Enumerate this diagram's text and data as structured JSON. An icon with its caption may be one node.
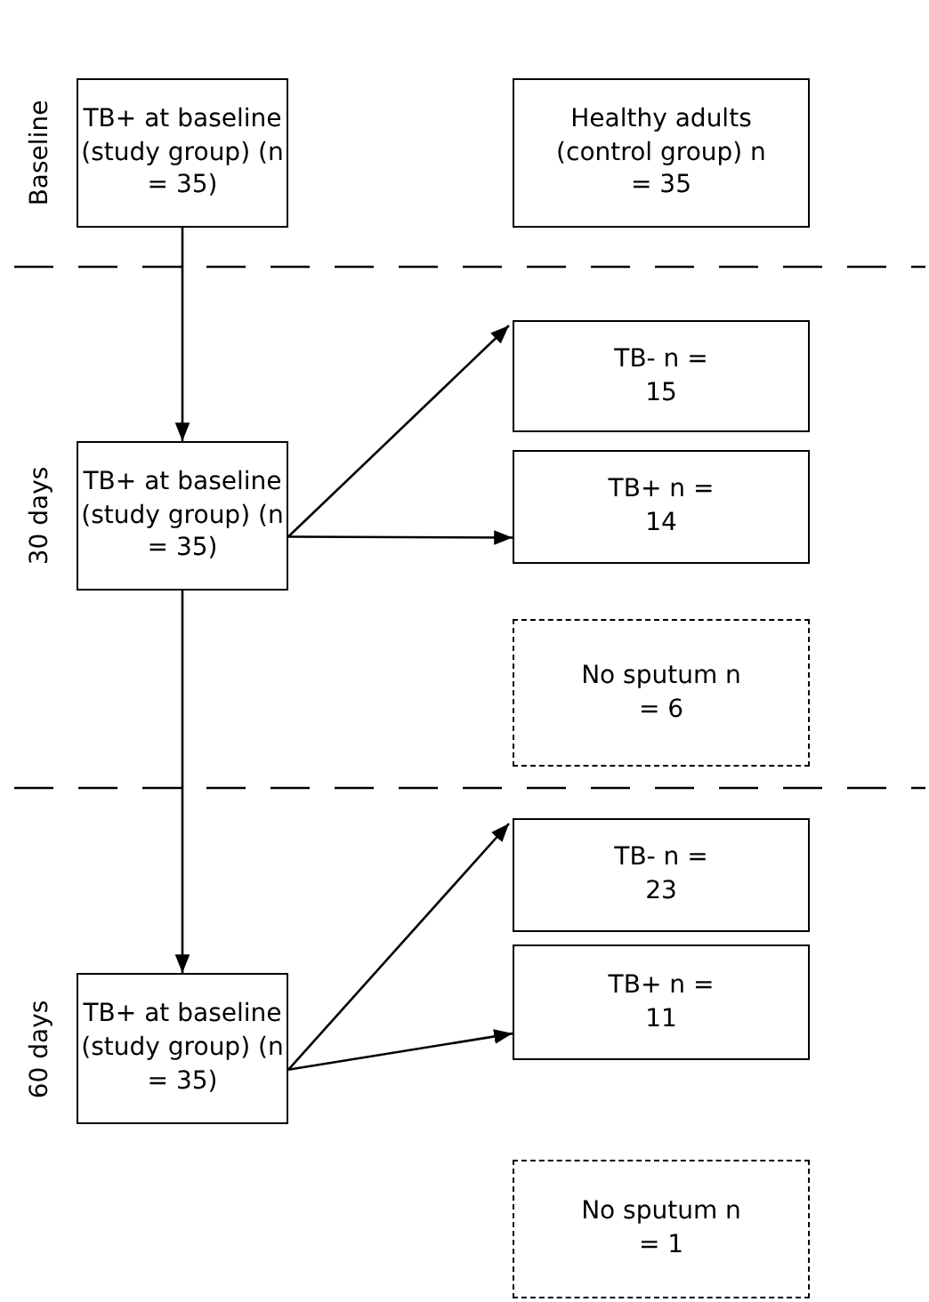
{
  "diagram": {
    "nodes": [
      {
        "text": [
          "TB+ at baseline (study group) (n = 35)"
        ]
      },
      {
        "text": [
          "Healthy adults (control group) n = 35"
        ]
      },
      {
        "text": [
          "TB+ at baseline (study group) (n = 35)"
        ]
      },
      {
        "text": [
          "TB- n = 15"
        ]
      },
      {
        "text": [
          "TB+ n = 14"
        ]
      },
      {
        "text": [
          "No sputum n = 6"
        ]
      },
      {
        "text": [
          "TB+ at baseline (study group) (n = 35)"
        ]
      },
      {
        "text": [
          "TB- n = 23"
        ]
      },
      {
        "text": [
          "TB+ n = 11"
        ]
      },
      {
        "text": [
          "No sputum n = 1"
        ]
      }
    ],
    "edges": [
      {
        "from": 0,
        "to": 2,
        "arrow": "to"
      },
      {
        "from": 2,
        "to": 3,
        "arrow": "to"
      },
      {
        "from": 2,
        "to": 4,
        "arrow": "to"
      },
      {
        "from": 2,
        "to": 6,
        "arrow": "to"
      },
      {
        "from": 6,
        "to": 7,
        "arrow": "to"
      },
      {
        "from": 6,
        "to": 8,
        "arrow": "to"
      }
    ],
    "labels": [
      "Baseline",
      "30 days",
      "60 days"
    ]
  }
}
